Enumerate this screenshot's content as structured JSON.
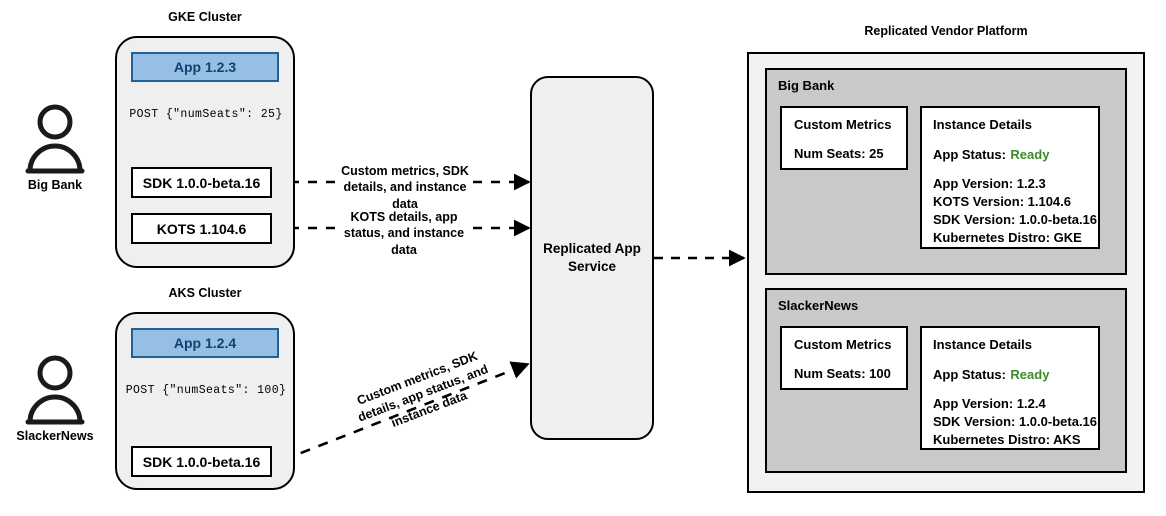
{
  "clusters": [
    {
      "title": "GKE Cluster",
      "actor": "Big Bank",
      "app": "App 1.2.3",
      "post": "POST {\"numSeats\": 25}",
      "sdk": "SDK 1.0.0-beta.16",
      "kots": "KOTS 1.104.6"
    },
    {
      "title": "AKS Cluster",
      "actor": "SlackerNews",
      "app": "App 1.2.4",
      "post": "POST {\"numSeats\": 100}",
      "sdk": "SDK 1.0.0-beta.16"
    }
  ],
  "edges": {
    "sdk_label": "Custom metrics, SDK details, and instance data",
    "kots_label": "KOTS details, app status, and instance data",
    "aks_label": "Custom metrics, SDK details, app status, and instance data"
  },
  "service": {
    "name": "Replicated App Service"
  },
  "platform": {
    "title": "Replicated Vendor Platform",
    "tenants": [
      {
        "name": "Big Bank",
        "metrics": {
          "title": "Custom Metrics",
          "rows": [
            "Num Seats: 25"
          ]
        },
        "instance": {
          "title": "Instance Details",
          "status_label": "App Status:",
          "status_value": "Ready",
          "rows": [
            "App Version: 1.2.3",
            "KOTS Version: 1.104.6",
            "SDK Version: 1.0.0-beta.16",
            "Kubernetes Distro: GKE"
          ]
        }
      },
      {
        "name": "SlackerNews",
        "metrics": {
          "title": "Custom Metrics",
          "rows": [
            "Num Seats: 100"
          ]
        },
        "instance": {
          "title": "Instance Details",
          "status_label": "App Status:",
          "status_value": "Ready",
          "rows": [
            "App Version: 1.2.4",
            "SDK Version: 1.0.0-beta.16",
            "Kubernetes Distro: AKS"
          ]
        }
      }
    ]
  },
  "colors": {
    "app_fill": "#95bfe3",
    "app_border": "#1f6199",
    "app_text": "#10436f",
    "cluster_fill": "#efefef",
    "tenant_fill": "#c9c9c9",
    "platform_fill": "#f2f2f2",
    "status_green": "#3d8b27",
    "stroke": "#000000"
  }
}
